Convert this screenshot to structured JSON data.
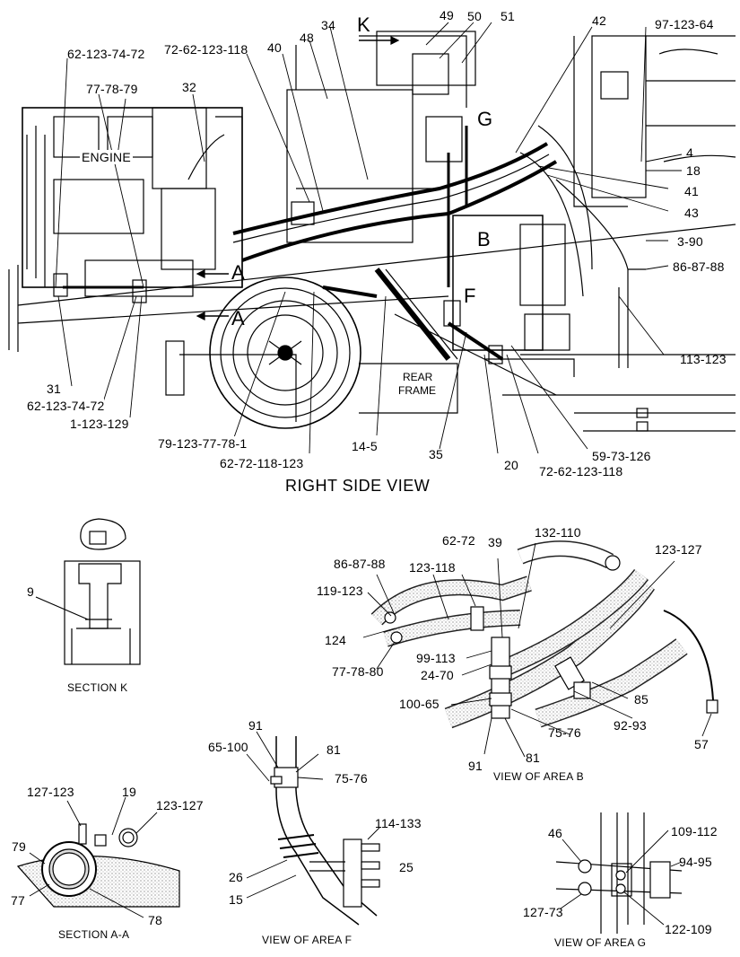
{
  "main_view": {
    "title": "RIGHT SIDE VIEW",
    "engine_label": "ENGINE",
    "rear_frame_label": [
      "REAR",
      "FRAME"
    ],
    "markers": {
      "K": "K",
      "G": "G",
      "B": "B",
      "F": "F",
      "A_upper": "A",
      "A_lower": "A"
    },
    "callouts": {
      "c_62_123_74_72_top": "62-123-74-72",
      "c_72_62_123_118_top": "72-62-123-118",
      "c_40": "40",
      "c_48": "48",
      "c_34": "34",
      "c_49": "49",
      "c_50": "50",
      "c_51": "51",
      "c_42": "42",
      "c_97_123_64": "97-123-64",
      "c_77_78_79": "77-78-79",
      "c_32": "32",
      "c_4": "4",
      "c_18": "18",
      "c_41": "41",
      "c_43": "43",
      "c_3_90": "3-90",
      "c_86_87_88": "86-87-88",
      "c_113_123": "113-123",
      "c_31": "31",
      "c_62_123_74_72_low": "62-123-74-72",
      "c_1_123_129": "1-123-129",
      "c_79_123_77_78_1": "79-123-77-78-1",
      "c_62_72_118_123": "62-72-118-123",
      "c_14_5": "14-5",
      "c_35": "35",
      "c_20": "20",
      "c_59_73_126": "59-73-126",
      "c_72_62_123_118_low": "72-62-123-118"
    }
  },
  "section_k": {
    "title": "SECTION K",
    "callouts": {
      "c_9": "9"
    }
  },
  "view_b": {
    "title": "VIEW OF AREA B",
    "callouts": {
      "c_62_72": "62-72",
      "c_39": "39",
      "c_132_110": "132-110",
      "c_123_127": "123-127",
      "c_86_87_88": "86-87-88",
      "c_123_118": "123-118",
      "c_119_123": "119-123",
      "c_124": "124",
      "c_77_78_80": "77-78-80",
      "c_99_113": "99-113",
      "c_24_70": "24-70",
      "c_100_65": "100-65",
      "c_85": "85",
      "c_92_93": "92-93",
      "c_75_76": "75-76",
      "c_81": "81",
      "c_91": "91",
      "c_57": "57"
    }
  },
  "section_aa": {
    "title": "SECTION A-A",
    "callouts": {
      "c_127_123": "127-123",
      "c_19": "19",
      "c_123_127": "123-127",
      "c_79": "79",
      "c_77": "77",
      "c_78": "78"
    }
  },
  "view_f": {
    "title": "VIEW OF AREA F",
    "callouts": {
      "c_91": "91",
      "c_65_100": "65-100",
      "c_81": "81",
      "c_75_76": "75-76",
      "c_114_133": "114-133",
      "c_25": "25",
      "c_26": "26",
      "c_15": "15"
    }
  },
  "view_g": {
    "title": "VIEW OF AREA G",
    "callouts": {
      "c_46": "46",
      "c_109_112": "109-112",
      "c_94_95": "94-95",
      "c_127_73": "127-73",
      "c_122_109": "122-109"
    }
  }
}
